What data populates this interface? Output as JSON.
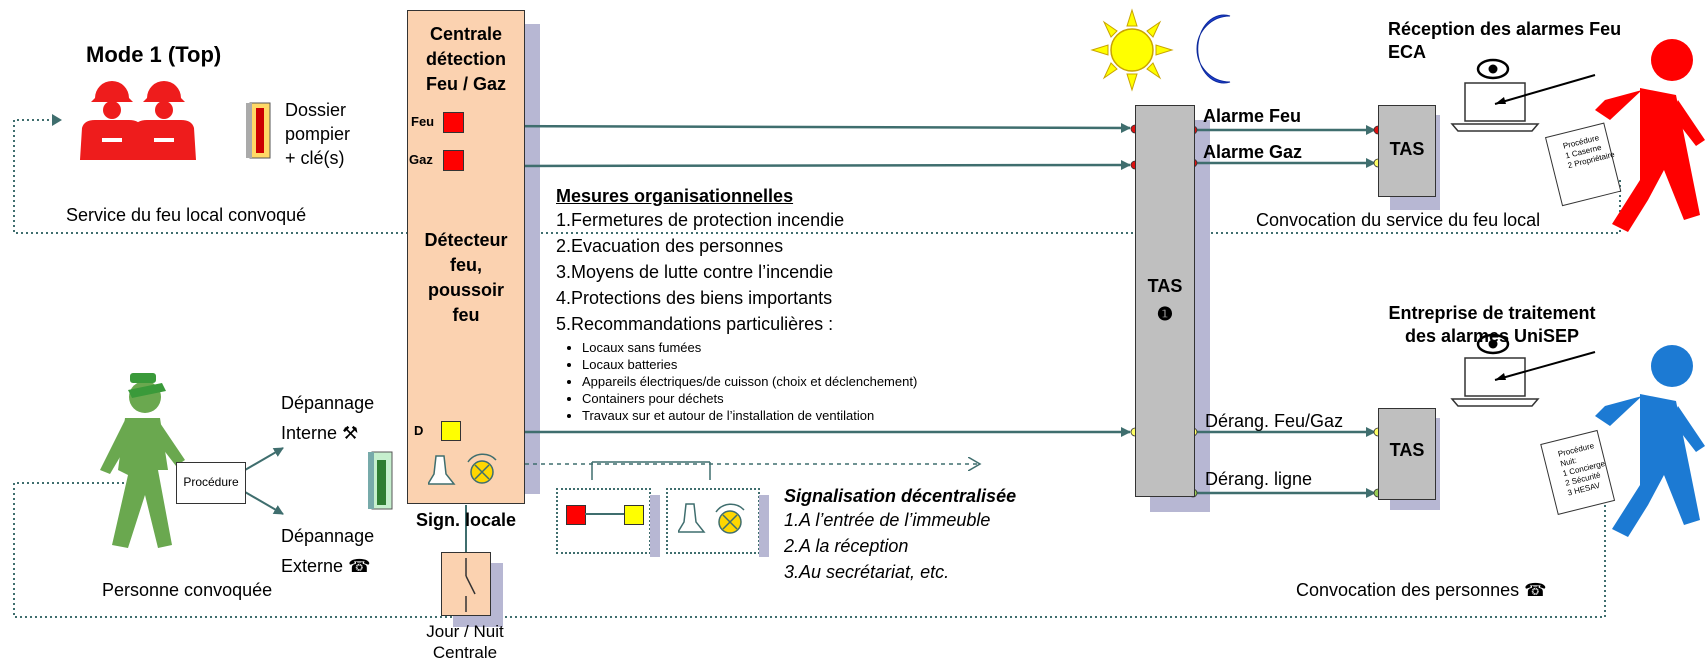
{
  "mode_title": "Mode 1 (Top)",
  "dossier_label": [
    "Dossier",
    "pompier",
    "+ clé(s)"
  ],
  "service_feu_local": "Service du feu local convoqué",
  "central_box": {
    "title": [
      "Centrale",
      "détection",
      "Feu / Gaz"
    ],
    "feu_label": "Feu",
    "gaz_label": "Gaz",
    "detecteur": [
      "Détecteur",
      "feu,",
      "poussoir",
      "feu"
    ],
    "d_label": "D"
  },
  "sign_locale": "Sign. locale",
  "jour_nuit": [
    "Jour / Nuit",
    "Centrale"
  ],
  "personne": {
    "procedure_label": "Procédure",
    "depannage_interne": [
      "Dépannage",
      "Interne"
    ],
    "depannage_externe": [
      "Dépannage",
      "Externe"
    ],
    "personne_convoquee": "Personne convoquée"
  },
  "mesures": {
    "title": "Mesures organisationnelles",
    "items": [
      "1.Fermetures de protection incendie",
      "2.Evacuation des personnes",
      "3.Moyens de lutte contre l’incendie",
      "4.Protections des biens importants",
      "5.Recommandations particulières :"
    ],
    "sub_items": [
      "Locaux sans fumées",
      "Locaux batteries",
      "Appareils électriques/de cuisson (choix et déclenchement)",
      "Containers pour déchets",
      "Travaux sur et autour de l’installation de ventilation"
    ]
  },
  "signalisation": {
    "title": "Signalisation décentralisée",
    "items": [
      "1.A l’entrée de l’immeuble",
      "2.A la réception",
      "3.Au secrétariat, etc."
    ]
  },
  "tas_main": {
    "label": "TAS",
    "number": "❶"
  },
  "alarms": {
    "alarme_feu": "Alarme Feu",
    "alarme_gaz": "Alarme Gaz",
    "derang_feu_gaz": "Dérang. Feu/Gaz",
    "derang_ligne": "Dérang. ligne"
  },
  "tas_small_label": "TAS",
  "reception_eca": [
    "Réception des alarmes Feu",
    "ECA"
  ],
  "convocation_feu_local": "Convocation du service du feu local",
  "entreprise": [
    "Entreprise de traitement",
    "des alarmes UniSEP"
  ],
  "convocation_personnes": "Convocation des personnes",
  "paper_eca": [
    "Procédure",
    "1 Caserne",
    "2 Propriétaire"
  ],
  "paper_unisep": [
    "Procédure",
    "Nuit:",
    "1 Concierge",
    "2 Sécurité",
    "3 HESAV"
  ],
  "colors": {
    "orange_box": "#fbd2b0",
    "tas_gray": "#bfbfbf",
    "shadow": "#b7b7d3",
    "arrow_teal": "#3f6e6e",
    "red": "#ff0000",
    "yellow": "#ffff00",
    "green_person": "#6aa84f",
    "blue_person": "#1c7ad3"
  }
}
